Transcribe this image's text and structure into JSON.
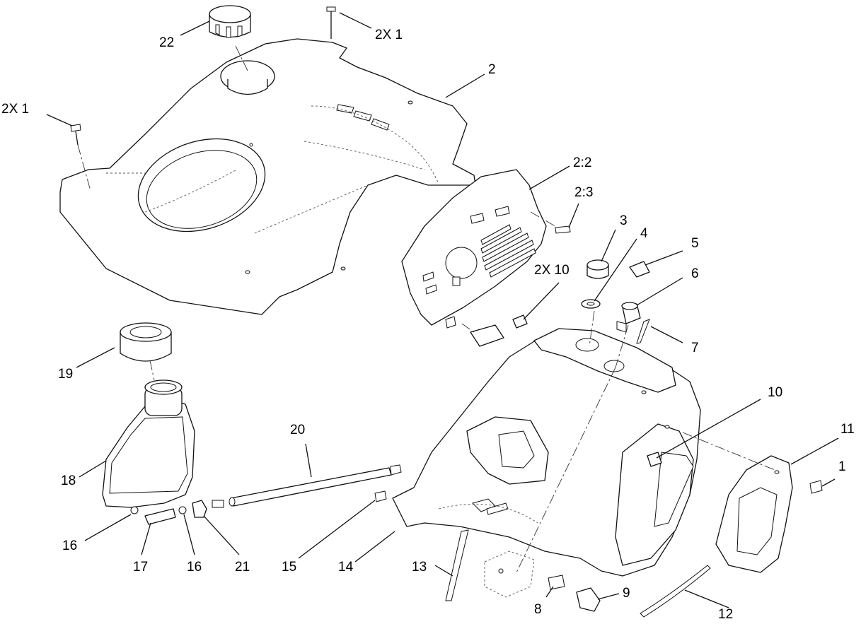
{
  "callouts": {
    "c_1_top": "2X  1",
    "c_22": "22",
    "c_2": "2",
    "c_1_left": "2X  1",
    "c_2_2": "2:2",
    "c_2_3": "2:3",
    "c_3": "3",
    "c_4": "4",
    "c_5": "5",
    "c_6": "6",
    "c_7": "7",
    "c_10_top": "2X  10",
    "c_10": "10",
    "c_11": "11",
    "c_1_right": "1",
    "c_19": "19",
    "c_18": "18",
    "c_20": "20",
    "c_16_left": "16",
    "c_17": "17",
    "c_16_mid": "16",
    "c_21": "21",
    "c_15": "15",
    "c_14": "14",
    "c_13": "13",
    "c_8": "8",
    "c_9": "9",
    "c_12": "12"
  }
}
